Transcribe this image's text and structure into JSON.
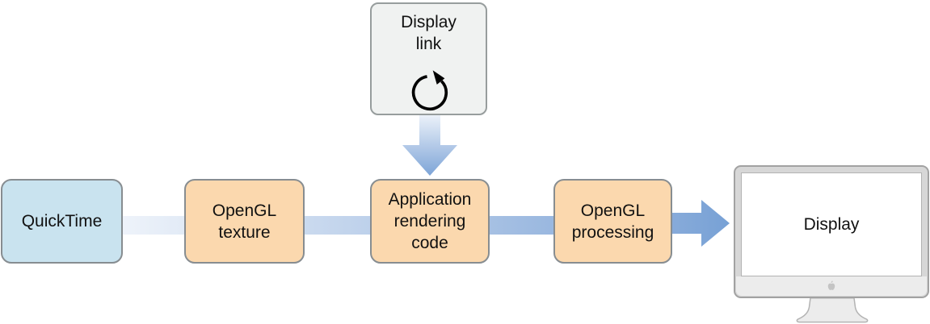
{
  "diagram": {
    "description": "Display link rendering pipeline",
    "nodes": {
      "display_link": {
        "lines": [
          "Display",
          "link"
        ]
      },
      "quicktime": {
        "lines": [
          "QuickTime"
        ]
      },
      "opengl_texture": {
        "lines": [
          "OpenGL",
          "texture"
        ]
      },
      "application_rendering": {
        "lines": [
          "Application",
          "rendering",
          "code"
        ]
      },
      "opengl_processing": {
        "lines": [
          "OpenGL",
          "processing"
        ]
      },
      "display": {
        "lines": [
          "Display"
        ]
      }
    },
    "icons": {
      "rotation_arrow": "counterclockwise-rotation-arrow",
      "apple_logo": "apple-logo",
      "monitor": "imac-style-display"
    },
    "colors": {
      "node_blue_fill": "#c9e3ef",
      "node_orange_fill": "#fbd8ae",
      "node_gray_fill": "#f0f2f1",
      "node_border": "#878d91",
      "flow_band_light": "#e9eff8",
      "flow_band_dark": "#82a7d8",
      "arrow_blue": "#7ca4d7",
      "monitor_bezel": "#d7d7d7",
      "monitor_chin": "#ececec",
      "monitor_border": "#a2a2a2",
      "text": "#111111",
      "background": "#ffffff"
    }
  }
}
